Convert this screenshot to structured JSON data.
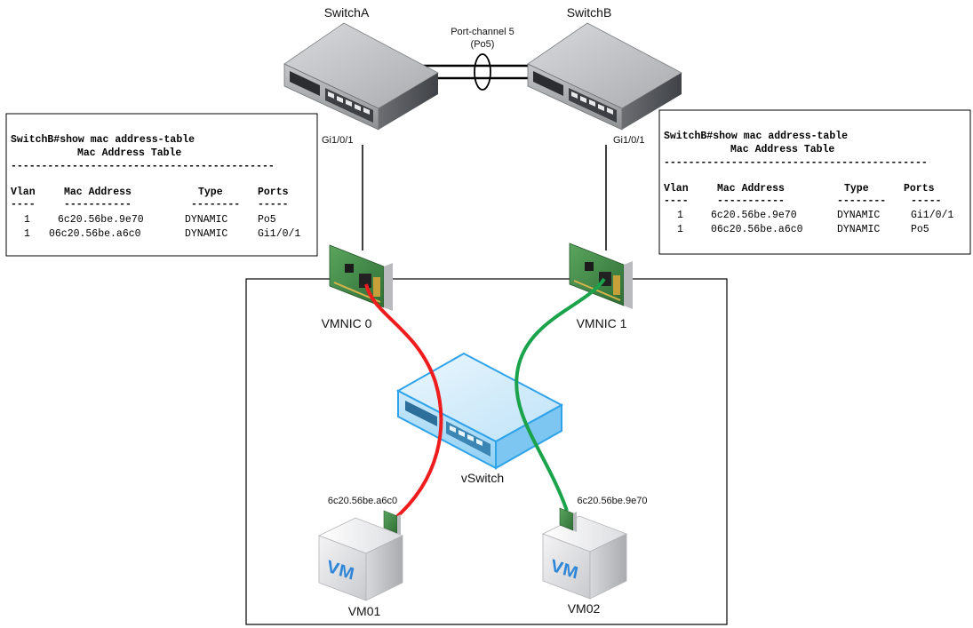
{
  "switch_a": {
    "name": "SwitchA",
    "port": "Gi1/0/1"
  },
  "switch_b": {
    "name": "SwitchB",
    "port": "Gi1/0/1"
  },
  "port_channel": {
    "line1": "Port-channel 5",
    "line2": "(Po5)"
  },
  "vmnic0": {
    "label": "VMNIC 0"
  },
  "vmnic1": {
    "label": "VMNIC 1"
  },
  "vswitch": {
    "label": "vSwitch"
  },
  "vm01": {
    "label": "VM01",
    "mac": "6c20.56be.a6c0",
    "badge": "VM"
  },
  "vm02": {
    "label": "VM02",
    "mac": "6c20.56be.9e70",
    "badge": "VM"
  },
  "left_table": {
    "command": "SwitchB#show mac address-table",
    "title": "Mac Address Table",
    "rule": "-------------------------------------------",
    "headers": [
      "Vlan",
      "Mac Address",
      "Type",
      "Ports"
    ],
    "header_rules": [
      "----",
      "-----------",
      "--------",
      "-----"
    ],
    "rows": [
      [
        "1",
        "6c20.56be.9e70",
        "DYNAMIC",
        "Po5"
      ],
      [
        "1",
        "06c20.56be.a6c0",
        "DYNAMIC",
        "Gi1/0/1"
      ]
    ]
  },
  "right_table": {
    "command": "SwitchB#show mac address-table",
    "title": "Mac Address Table",
    "rule": "-------------------------------------------",
    "headers": [
      "Vlan",
      "Mac Address",
      "Type",
      "Ports"
    ],
    "header_rules": [
      "----",
      "-----------",
      "--------",
      "-----"
    ],
    "rows": [
      [
        "1",
        "6c20.56be.9e70",
        "DYNAMIC",
        "Gi1/0/1"
      ],
      [
        "1",
        "06c20.56be.a6c0",
        "DYNAMIC",
        "Po5"
      ]
    ]
  },
  "colors": {
    "red_path": "#ee1c1c",
    "green_path": "#1aa34a",
    "vswitch_blue": "#4fb4ee"
  }
}
